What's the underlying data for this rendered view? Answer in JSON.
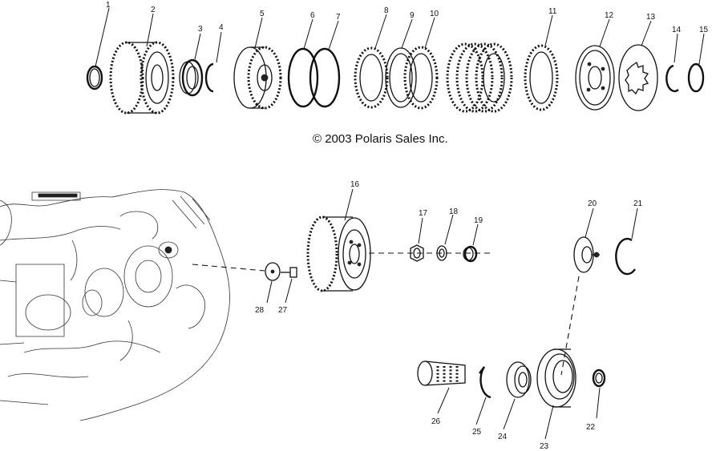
{
  "copyright": "© 2003 Polaris Sales Inc.",
  "callouts": [
    {
      "id": "1",
      "label": "1"
    },
    {
      "id": "2",
      "label": "2"
    },
    {
      "id": "3",
      "label": "3"
    },
    {
      "id": "4",
      "label": "4"
    },
    {
      "id": "5",
      "label": "5"
    },
    {
      "id": "6",
      "label": "6"
    },
    {
      "id": "7",
      "label": "7"
    },
    {
      "id": "8",
      "label": "8"
    },
    {
      "id": "9",
      "label": "9"
    },
    {
      "id": "10",
      "label": "10"
    },
    {
      "id": "11",
      "label": "11"
    },
    {
      "id": "12",
      "label": "12"
    },
    {
      "id": "13",
      "label": "13"
    },
    {
      "id": "14",
      "label": "14"
    },
    {
      "id": "15",
      "label": "15"
    },
    {
      "id": "16",
      "label": "16"
    },
    {
      "id": "17",
      "label": "17"
    },
    {
      "id": "18",
      "label": "18"
    },
    {
      "id": "19",
      "label": "19"
    },
    {
      "id": "20",
      "label": "20"
    },
    {
      "id": "21",
      "label": "21"
    },
    {
      "id": "22",
      "label": "22"
    },
    {
      "id": "23",
      "label": "23"
    },
    {
      "id": "24",
      "label": "24"
    },
    {
      "id": "25",
      "label": "25"
    },
    {
      "id": "26",
      "label": "26"
    },
    {
      "id": "27",
      "label": "27"
    },
    {
      "id": "28",
      "label": "28"
    }
  ]
}
